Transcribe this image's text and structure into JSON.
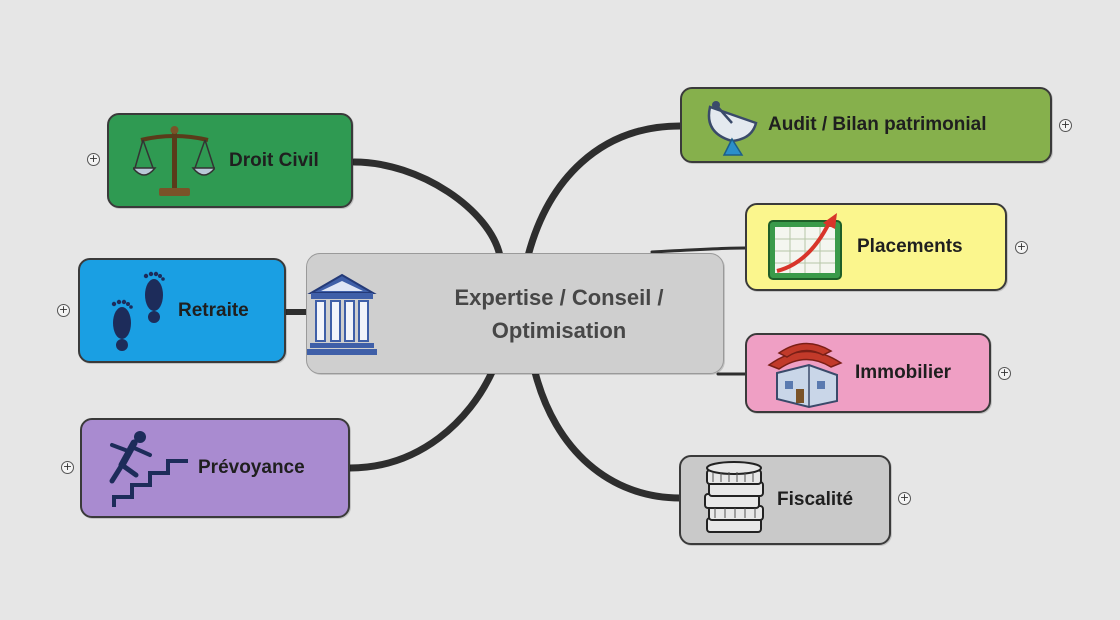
{
  "colors": {
    "background": "#e6e6e6",
    "connector": "#2e2e2e",
    "center": "#cfcfcf",
    "droit_civil": "#2f9a52",
    "retraite": "#1a9fe3",
    "prevoyance": "#a98bd0",
    "audit": "#86b04c",
    "placements": "#fbf68d",
    "immobilier": "#ef9fc4",
    "fiscalite": "#c9c9c9"
  },
  "expander_symbol": "+",
  "center": {
    "label": "Expertise / Conseil / Optimisation",
    "icon": "bank-icon"
  },
  "branches": {
    "droit_civil": {
      "label": "Droit Civil",
      "icon": "scales-icon"
    },
    "retraite": {
      "label": "Retraite",
      "icon": "footprints-icon"
    },
    "prevoyance": {
      "label": "Prévoyance",
      "icon": "falling-stairs-icon"
    },
    "audit": {
      "label": "Audit / Bilan patrimonial",
      "icon": "satellite-dish-icon"
    },
    "placements": {
      "label": "Placements",
      "icon": "growth-chart-icon"
    },
    "immobilier": {
      "label": "Immobilier",
      "icon": "house-icon"
    },
    "fiscalite": {
      "label": "Fiscalité",
      "icon": "coins-icon"
    }
  }
}
